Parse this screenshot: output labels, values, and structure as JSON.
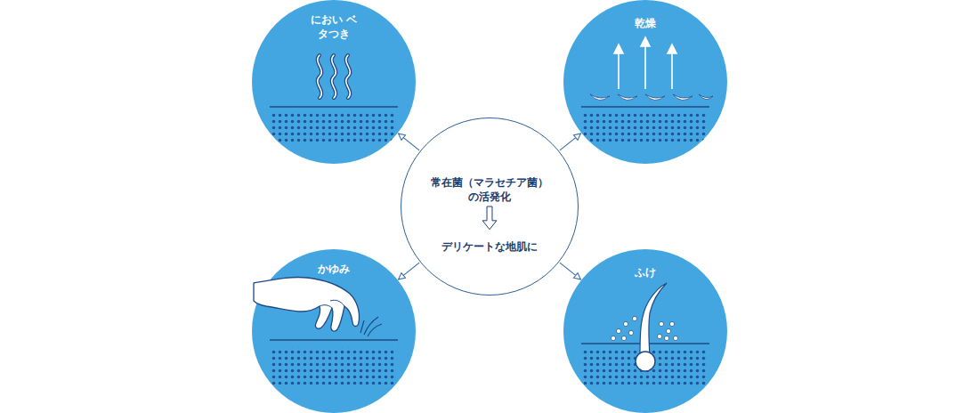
{
  "diagram": {
    "nodes": [
      {
        "text": [
          "におい ベタつき"
        ]
      },
      {
        "text": [
          "乾燥"
        ]
      },
      {
        "text": [
          "常在菌（マラセチア菌） の活発化",
          "デリケートな地肌に"
        ]
      },
      {
        "text": [
          "かゆみ"
        ]
      },
      {
        "text": [
          "ふけ"
        ]
      }
    ],
    "edges": [
      {
        "from": 2,
        "to": 0,
        "arrow": "to"
      },
      {
        "from": 2,
        "to": 1,
        "arrow": "to"
      },
      {
        "from": 2,
        "to": 3,
        "arrow": "to"
      },
      {
        "from": 2,
        "to": 4,
        "arrow": "to"
      }
    ]
  }
}
